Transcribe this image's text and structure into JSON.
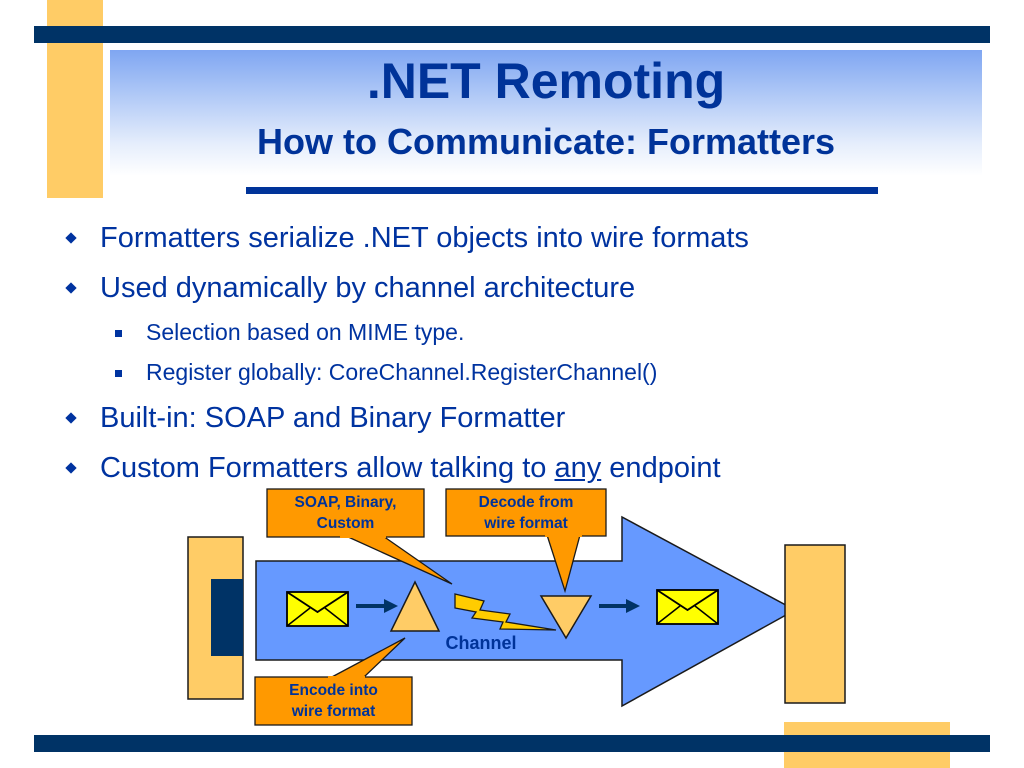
{
  "title": ".NET Remoting",
  "subtitle": "How to Communicate: Formatters",
  "bullets": {
    "b1": "Formatters serialize .NET objects into wire formats",
    "b2": "Used dynamically by channel architecture",
    "b2_sub1": "Selection based on MIME type.",
    "b2_sub2": "Register globally: CoreChannel.RegisterChannel()",
    "b3": "Built-in: SOAP and Binary Formatter",
    "b4_before": "Custom Formatters allow talking to ",
    "b4_emph": "any",
    "b4_after": " endpoint"
  },
  "diagram": {
    "callout_formats_line1": "SOAP, Binary,",
    "callout_formats_line2": "Custom",
    "callout_decode_line1": "Decode from",
    "callout_decode_line2": "wire format",
    "callout_encode_line1": "Encode into",
    "callout_encode_line2": "wire format",
    "channel_label": "Channel",
    "message_icon": "envelope-icon",
    "wire_icon": "lightning-bolt-icon"
  },
  "colors": {
    "navy": "#003366",
    "title_blue": "#003399",
    "accent_yellow": "#FFCC66",
    "callout_orange": "#FF9900",
    "arrow_blue": "#6699FF"
  }
}
